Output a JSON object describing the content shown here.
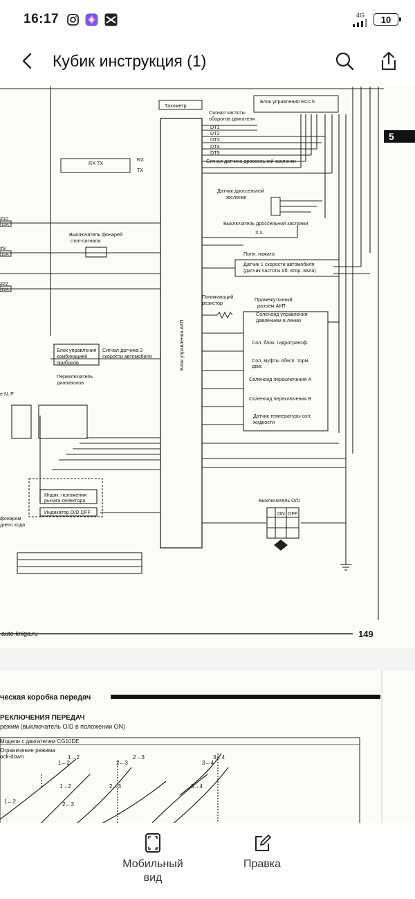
{
  "status_bar": {
    "time": "16:17",
    "network_type": "4G",
    "battery_level": "10",
    "icons": [
      "instagram-icon",
      "app-icon",
      "mail-icon",
      "signal-icon",
      "battery-icon"
    ]
  },
  "toolbar": {
    "title": "Кубик инструкция (1)",
    "icons": [
      "back-arrow-icon",
      "search-icon",
      "share-icon"
    ]
  },
  "document": {
    "page1": {
      "section_tab": "5",
      "footer_site": "auto-kniga.ru",
      "page_number": "149",
      "labels": {
        "tachometer": "Тахометр",
        "ecu_eccs": "Блок управления ECCS",
        "rpm_signal_1": "Сигнал частоты",
        "rpm_signal_2": "оборотов двигателя",
        "dt1": "DT1",
        "dt2": "DT2",
        "dt3": "DT3",
        "dt4": "DT4",
        "dt5": "DT5",
        "throttle_signal": "Сигнал датчика дроссельной заслонки",
        "rx": "RX",
        "tx": "TX",
        "rxtx": "RX TX",
        "throttle_sensor_1": "Датчик дроссельной",
        "throttle_sensor_2": "заслонки",
        "throttle_switch": "Выключатель дроссельной заслонки",
        "idle": "Х.х.",
        "full_press": "Полн. нажата",
        "speed_sensor_1": "Датчик 1 скорости автомобиля",
        "speed_sensor_2": "(датчик частоты об. втор. вала)",
        "brake_switch_1": "Выключатель фонарей",
        "brake_switch_2": "стоп-сигнала",
        "fuse10": "#10",
        "fuse9": "#9",
        "fuse22": "#22",
        "amp10a": "10A",
        "resistor_1": "Понижающий",
        "resistor_2": "резистор",
        "connector_1": "Промежуточный",
        "connector_2": "разъем АКП",
        "line_pressure_1": "Соленоид управления",
        "line_pressure_2": "давлением в линии",
        "lockup": "Сол. блок. гидротрансф.",
        "overrun_1": "Сол. муфты обесп. торм.",
        "overrun_2": "двиг.",
        "shift_a": "Соленоид переключения A",
        "shift_b": "Соленоид переключения B",
        "fluid_temp_1": "Датчик температуры охл.",
        "fluid_temp_2": "жидкости",
        "akp_ecu": "Блок управления АКП",
        "cluster_1": "Блок управления",
        "cluster_2": "комбинацией",
        "cluster_3": "приборов",
        "speed2_1": "Сигнал датчика 2",
        "speed2_2": "скорости автомобиля",
        "range_switch_1": "Переключатель",
        "range_switch_2": "диапазонов",
        "np": "е N, P",
        "selector_ind_1": "Индик. положения",
        "selector_ind_2": "рычага селектора",
        "od_off": "Индикатор O/D OFF",
        "od_switch": "Выключатель O/D",
        "on": "ON",
        "off": "OFF",
        "headlamps_1": "фонарям",
        "headlamps_2": "днего хода"
      }
    },
    "page2": {
      "header": "ческая коробка передач",
      "subtitle_1": "РЕКЛЮЧЕНИЯ ПЕРЕДАЧ",
      "subtitle_2": "режим (выключатель O/D в положении ON)",
      "model": "Модели с двигателем CG10DE",
      "limit_1": "Ограничение режима",
      "limit_2": "ock-down",
      "shift_labels": [
        "1→2",
        "2→3",
        "3→4",
        "1←2",
        "2←3",
        "3←4",
        "1→2",
        "2→3",
        "3→4",
        "1←2",
        "2←3"
      ]
    }
  },
  "bottom_nav": {
    "mobile_view": "Мобильный вид",
    "edit": "Правка"
  }
}
